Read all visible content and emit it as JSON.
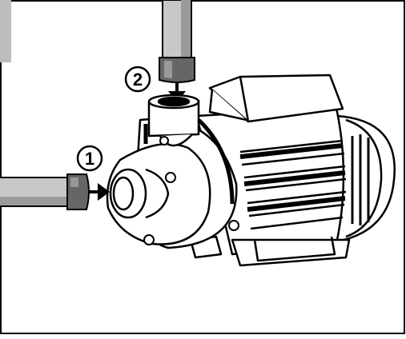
{
  "callouts": [
    {
      "label": "1",
      "meaning": "inlet"
    },
    {
      "label": "2",
      "meaning": "outlet"
    }
  ],
  "colors": {
    "line": "#000000",
    "background": "#ffffff",
    "pipe": "#c8c8c8",
    "pipe_shadow": "#8c8c8c",
    "connector": "#666666",
    "tab": "#bdbdbd"
  }
}
